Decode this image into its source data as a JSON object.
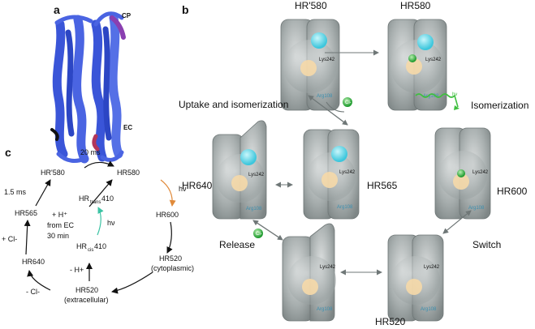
{
  "panel_labels": {
    "a": "a",
    "b": "b",
    "c": "c"
  },
  "panel_a": {
    "cp": "CP",
    "ec": "EC"
  },
  "panel_b": {
    "states": {
      "hr580p": "HR'580",
      "hr580": "HR580",
      "hr640": "HR640",
      "hr565": "HR565",
      "hr600": "HR600",
      "hr520": "HR520"
    },
    "steps": {
      "uptake": "Uptake and isomerization",
      "isomerization": "Isomerization",
      "release": "Release",
      "switch": "Switch"
    },
    "residues": {
      "lys": "Lys242",
      "arg": "Arg108",
      "n": "N",
      "h": "H"
    },
    "ion": "Cl-",
    "light": "hν"
  },
  "panel_c": {
    "time_top": "20 ms",
    "time_left": "1.5 ms",
    "hr580p": "HR'580",
    "hr580": "HR580",
    "hr565": "HR565",
    "hr600": "HR600",
    "hr640": "HR640",
    "hr520_cyto": "HR520",
    "cytoplasmic": "(cytoplasmic)",
    "hr520_extra": "HR520",
    "extracellular": "(extracellular)",
    "hrtrans_base": "HR",
    "hrtrans_sub": "trans",
    "hrtrans_num": "410",
    "hrcis_base": "HR",
    "hrcis_sub": "cis",
    "hrcis_num": "410",
    "plus_h": "+ H⁺",
    "from_ec": "from EC",
    "thirty_min": "30 min",
    "hv_inner": "hν",
    "hv_outer": "hν",
    "plus_cl": "+ Cl-",
    "minus_cl": "- Cl-",
    "minus_h": "- H+"
  }
}
